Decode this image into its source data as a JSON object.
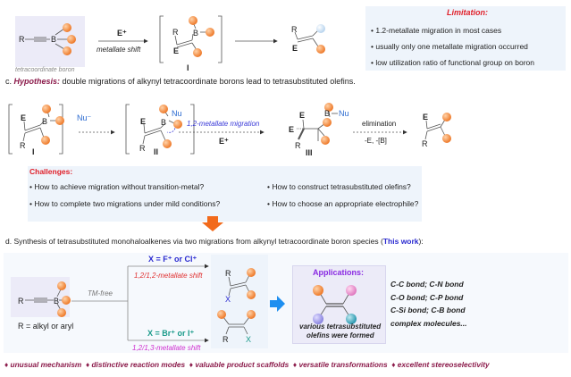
{
  "colors": {
    "orange_ball": "#f08a3c",
    "limitation_red": "#e0202a",
    "hypothesis_purple": "#8b1a4a",
    "blue": "#2a2ad0",
    "teal": "#1a9a8a",
    "magenta": "#d030d0",
    "red": "#e03030",
    "applications_purple": "#8a2be2",
    "box_bg": "#eef4fb",
    "lavender_bg": "#ecebf8"
  },
  "top": {
    "boron_caption": "tetracoordinate boron",
    "arrow_above": "E⁺",
    "arrow_below": "metallate shift",
    "intermediate_label": "I",
    "atoms": {
      "R": "R",
      "B": "B",
      "E": "E",
      "minus": "−"
    }
  },
  "limitation": {
    "title": "Limitation:",
    "items": [
      "1.2-metallate migration in most cases",
      "usually only one metallate migration occurred",
      "low utilization ratio of functional group on boron"
    ]
  },
  "hypothesis": {
    "prefix": "c. ",
    "label": "Hypothesis:",
    "text": " double migrations of alkynyl tetracoordinate borons lead to tetrasubstituted olefins.",
    "nu_label": "Nu⁻",
    "nu": "Nu",
    "label_I": "I",
    "label_II": "II",
    "label_III": "III",
    "migration_label": "1,2-metallate migration",
    "migration_reagent": "E⁺",
    "elimination_label": "elimination",
    "elimination_below": "-E, -[B]"
  },
  "challenges": {
    "title": "Challenges:",
    "items": [
      "How to achieve migration without transition-metal?",
      "How to complete two migrations under mild conditions?",
      "How to construct tetrasubstituted olefins?",
      "How to choose an appropriate electrophile?"
    ]
  },
  "section_d": {
    "prefix": "d. Synthesis of tetrasubstituted monohaloalkenes via two migrations from alkynyl tetracoordinate boron species (",
    "highlight": "This work",
    "suffix": "):",
    "r_def": "R = alkyl or aryl",
    "tm_free": "TM-free",
    "upper_reagent": "X = F⁺ or Cl⁺",
    "upper_shift": "1,2/1,2-metallate shift",
    "lower_reagent": "X = Br⁺ or I⁺",
    "lower_shift": "1,2/1,3-metallate shift",
    "X": "X",
    "applications_title": "Applications:",
    "applications_caption_1": "various tetrasubstituted",
    "applications_caption_2": "olefins were formed",
    "bonds": [
      "C-C bond; C-N bond",
      "C-O bond; C-P bond",
      "C-Si bond; C-B bond",
      "complex molecules..."
    ]
  },
  "features": [
    "unusual mechanism",
    "distinctive reaction modes",
    "valuable product scaffolds",
    "versatile transformations",
    "excellent stereoselectivity"
  ]
}
